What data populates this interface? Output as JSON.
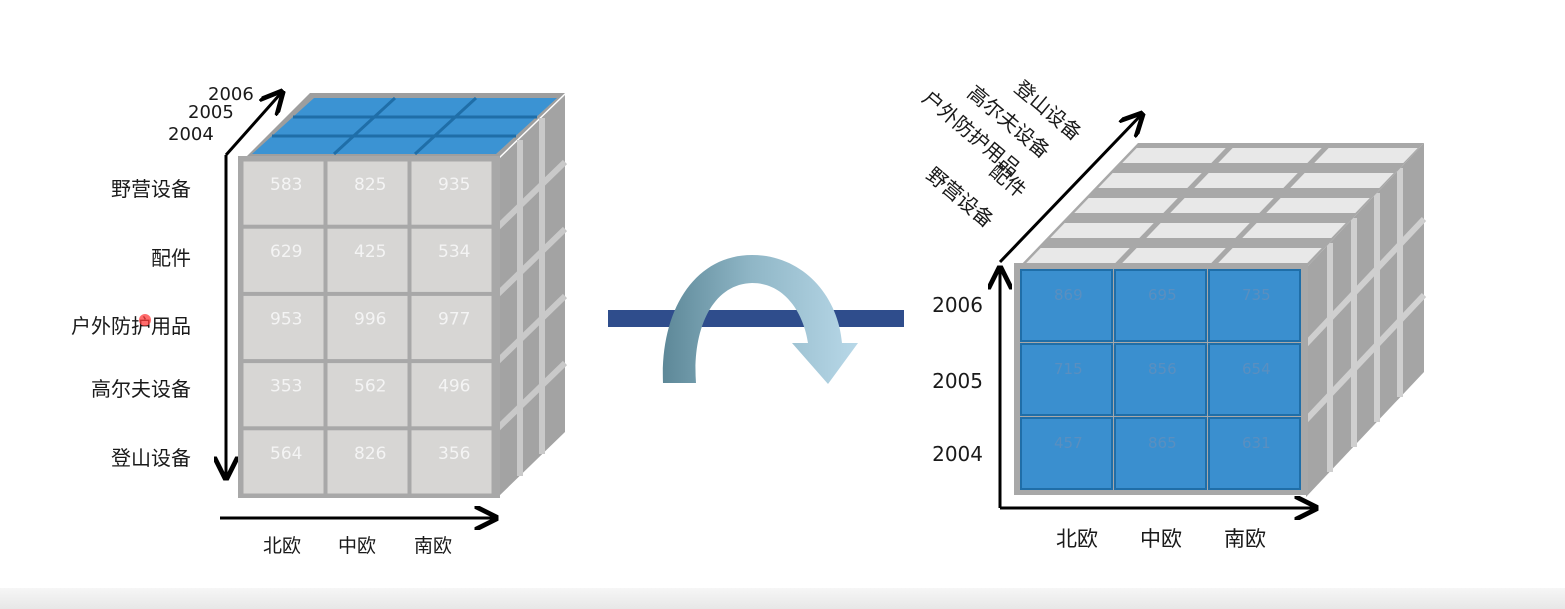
{
  "left_cube": {
    "years": [
      "2006",
      "2005",
      "2004"
    ],
    "products": [
      "野营设备",
      "配件",
      "户外防护用品",
      "高尔夫设备",
      "登山设备"
    ],
    "regions": [
      "北欧",
      "中欧",
      "南欧"
    ],
    "values": [
      [
        "583",
        "825",
        "935"
      ],
      [
        "629",
        "425",
        "534"
      ],
      [
        "953",
        "996",
        "977"
      ],
      [
        "353",
        "562",
        "496"
      ],
      [
        "564",
        "826",
        "356"
      ]
    ]
  },
  "right_cube": {
    "products": [
      "登山设备",
      "高尔夫设备",
      "户外防护用品",
      "配件",
      "野营设备"
    ],
    "years": [
      "2006",
      "2005",
      "2004"
    ],
    "regions": [
      "北欧",
      "中欧",
      "南欧"
    ],
    "values": [
      [
        "869",
        "695",
        "735"
      ],
      [
        "715",
        "856",
        "654"
      ],
      [
        "457",
        "865",
        "631"
      ]
    ]
  },
  "colors": {
    "grey_face": "#d7d6d4",
    "grey_frame": "#a6a6a6",
    "blue_face": "#3a8fcf",
    "blue_grid": "#1f6ea8",
    "bar": "#2f4d8c",
    "arrow_dark": "#6e98a8",
    "arrow_light": "#a9cde0"
  }
}
